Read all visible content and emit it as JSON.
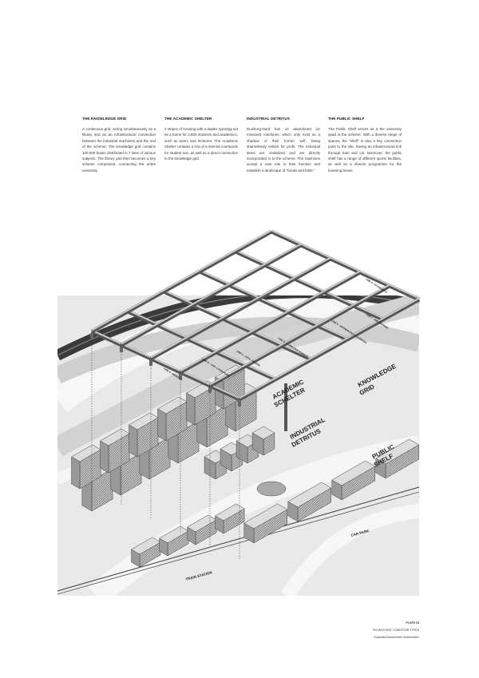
{
  "columns": [
    {
      "title": "THE KNOWLEDGE GRID",
      "body": "A continuous grid, acting simultaneously as a library and as an infrastructural connection between the industrial machinery and the rest of the scheme. The knowledge grid contains 100,000 books distributed in 7 lines of various subjects. The library grid then becomes a key scheme component, connecting the entire university."
    },
    {
      "title": "THE ACADEMIC SHELTER",
      "body": "2 stripes of housing with a duplex typology act as a home for 2,500 students and academics, such as tutors and lecturers. The Academic Shelter contains a row of 6 internal courtyards for student use, as well as a direct connection to the knowledge grid."
    },
    {
      "title": "INDUSTRIAL DETRITUS",
      "body": "Duisburg-Nord has 12 abandoned (or misused) machines, which only exist as a shadow of their former self, being shamelessly exhibit for profit. The industrial items are revitalized and are directly incorporated in to the scheme. The machines accept a new role in their function and establish a landscape of \"books and bolts.\""
    },
    {
      "title": "THE PUBLIC SHELF",
      "body": "The Public Shelf serves as a the university quad in the scheme. With a diverse range of spaces, the \"shelf\" is also a key connection point to the site, having an infrastructural link through train and car. Moreover, the public shelf has a range of different sports facilities, as well as a diverse programme for the hovering boxes."
    }
  ],
  "drawing": {
    "zone_labels": {
      "academic_1": "ACADEMIC",
      "academic_2": "SCHELTER",
      "industrial_1": "INDUSTRIAL",
      "industrial_2": "DETRITUS",
      "knowledge_1": "KNOWLEDGE",
      "knowledge_2": "GRID",
      "public_1": "PUBLIC",
      "public_2": "SHELF",
      "car_park": "CAR PARK",
      "train_station": "TRAIN STATION"
    },
    "line_labels": {
      "a": "LINE A - MEDICINE",
      "b": "LINE B - LAW / LITERATURE",
      "c": "LINE C - ARTS / DESIGN",
      "d": "LINE D - COMPUTER SCIENCE",
      "e": "LINE E - MATHEMATICS / SCIENCES",
      "f": "LINE F - ENGINEERING",
      "g": "LINE G - ECONOMICS"
    }
  },
  "footer": {
    "plate": "PLATE 03",
    "subtitle": "\"EX MACHINA\" CONDITION TYPES",
    "caption": "Exploded Axonometric Axonometric"
  }
}
